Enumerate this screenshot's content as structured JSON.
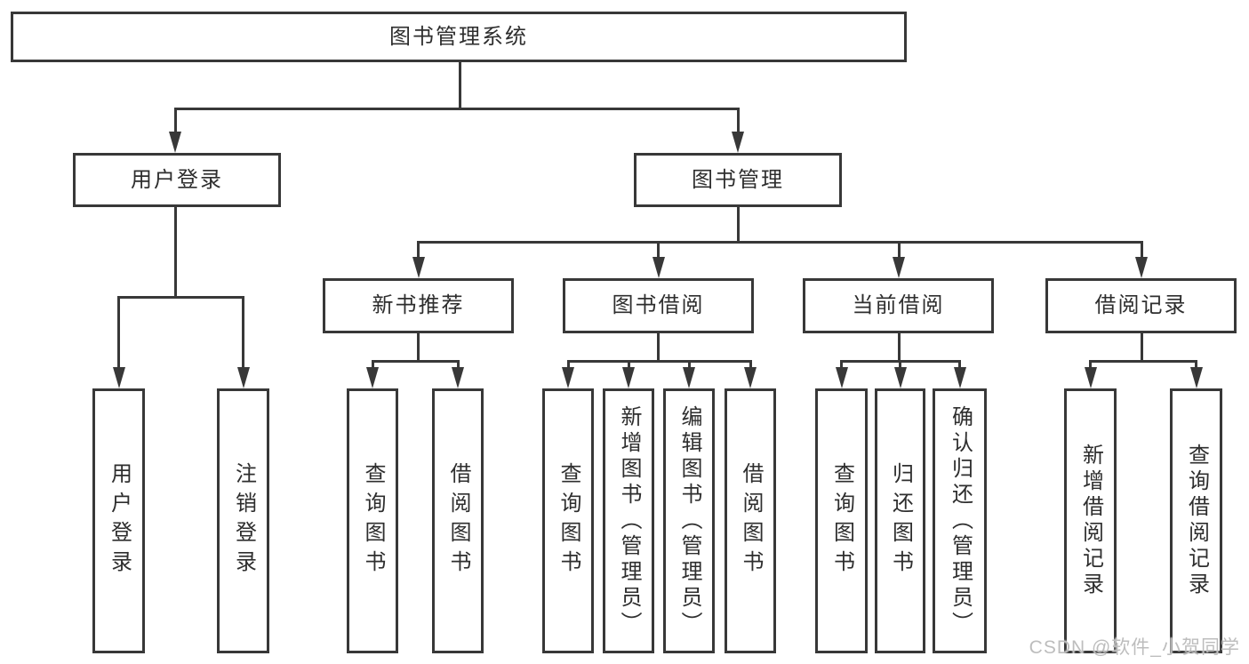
{
  "diagram": {
    "type": "hierarchy-tree",
    "levels": 4,
    "colors": {
      "line": "#383838",
      "box_border": "#383838",
      "text": "#2e2e2e",
      "background": "#ffffff",
      "watermark": "#bdbdbd"
    }
  },
  "tree": {
    "root": {
      "label": "图书管理系统"
    },
    "branches": [
      {
        "label": "用户登录",
        "children": [
          {
            "label": "用户登录"
          },
          {
            "label": "注销登录"
          }
        ]
      },
      {
        "label": "图书管理",
        "children": [
          {
            "label": "新书推荐",
            "children": [
              {
                "label": "查询图书"
              },
              {
                "label": "借阅图书"
              }
            ]
          },
          {
            "label": "图书借阅",
            "children": [
              {
                "label": "查询图书"
              },
              {
                "label": "新增图书（管理员）"
              },
              {
                "label": "编辑图书（管理员）"
              },
              {
                "label": "借阅图书"
              }
            ]
          },
          {
            "label": "当前借阅",
            "children": [
              {
                "label": "查询图书"
              },
              {
                "label": "归还图书"
              },
              {
                "label": "确认归还（管理员）"
              }
            ]
          },
          {
            "label": "借阅记录",
            "children": [
              {
                "label": "新增借阅记录"
              },
              {
                "label": "查询借阅记录"
              }
            ]
          }
        ]
      }
    ]
  },
  "watermark": {
    "text": "CSDN @软件_小贺同学"
  }
}
